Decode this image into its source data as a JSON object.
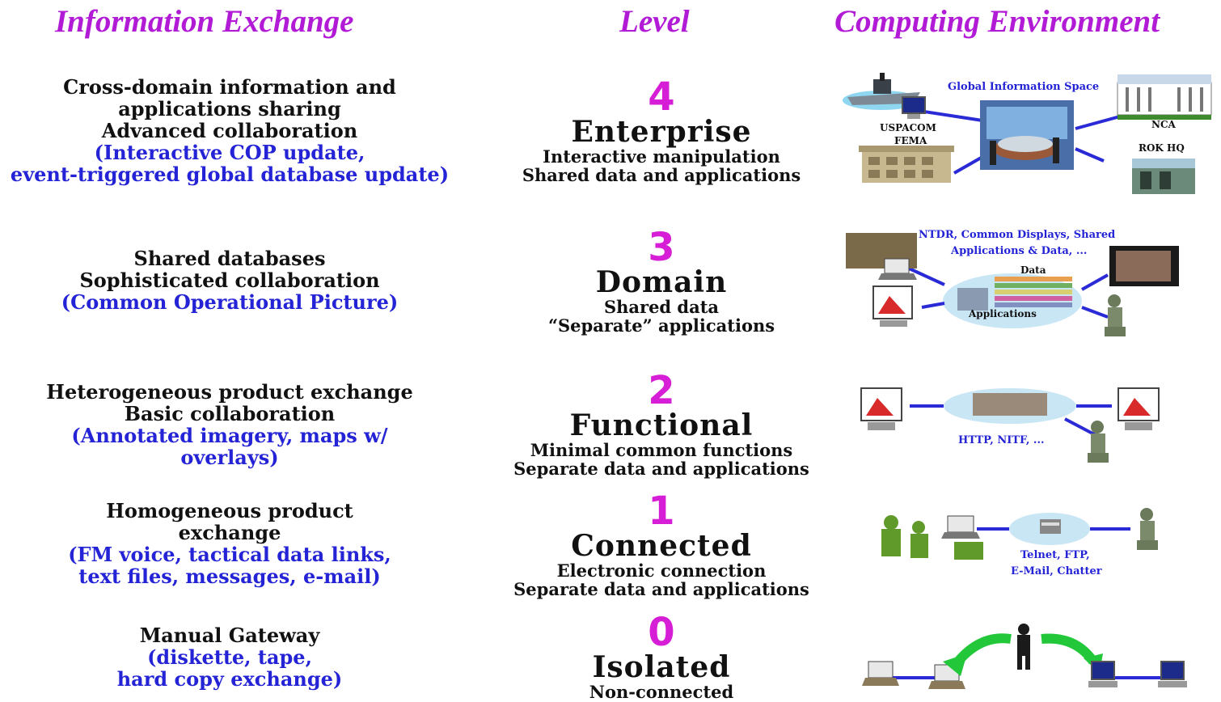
{
  "headers": {
    "information_exchange": "Information Exchange",
    "level": "Level",
    "computing_environment": "Computing Environment"
  },
  "rows": [
    {
      "info_black": [
        "Cross-domain information and",
        "applications sharing",
        "Advanced collaboration"
      ],
      "info_blue": [
        "(Interactive COP update,",
        "event-triggered global database update)"
      ],
      "number": "4",
      "name": "Enterprise",
      "desc": [
        "Interactive manipulation",
        "Shared data and applications"
      ],
      "env_labels": {
        "global": "Global Information Space",
        "uspacom": "USPACOM",
        "fema": "FEMA",
        "nca": "NCA",
        "rok": "ROK HQ"
      }
    },
    {
      "info_black": [
        "Shared databases",
        "Sophisticated collaboration"
      ],
      "info_blue": [
        "(Common Operational Picture)"
      ],
      "number": "3",
      "name": "Domain",
      "desc": [
        "Shared data",
        "“Separate” applications"
      ],
      "env_labels": {
        "caption1": "NTDR, Common Displays, Shared",
        "caption2": "Applications & Data, ...",
        "data": "Data",
        "applications": "Applications"
      }
    },
    {
      "info_black": [
        "Heterogeneous product exchange",
        "Basic collaboration"
      ],
      "info_blue": [
        "(Annotated imagery, maps w/",
        "overlays)"
      ],
      "number": "2",
      "name": "Functional",
      "desc": [
        "Minimal common functions",
        "Separate data and applications"
      ],
      "env_labels": {
        "protocols": "HTTP, NITF, ..."
      }
    },
    {
      "info_black": [
        "Homogeneous product",
        "exchange"
      ],
      "info_blue": [
        "(FM voice, tactical data links,",
        "text files, messages, e-mail)"
      ],
      "number": "1",
      "name": "Connected",
      "desc": [
        "Electronic connection",
        "Separate data and applications"
      ],
      "env_labels": {
        "line1": "Telnet, FTP,",
        "line2": "E-Mail, Chatter"
      }
    },
    {
      "info_black": [
        "Manual Gateway"
      ],
      "info_blue": [
        "(diskette, tape,",
        "hard copy exchange)"
      ],
      "number": "0",
      "name": "Isolated",
      "desc": [
        "Non-connected"
      ]
    }
  ],
  "colors": {
    "header": "#b21bd6",
    "level_number": "#d61ed6",
    "blue_text": "#2424d6",
    "line": "#2a2ad6",
    "bubble": "#c9e6f5",
    "arrow": "#22c83a",
    "figure": "#5f9a2a"
  }
}
